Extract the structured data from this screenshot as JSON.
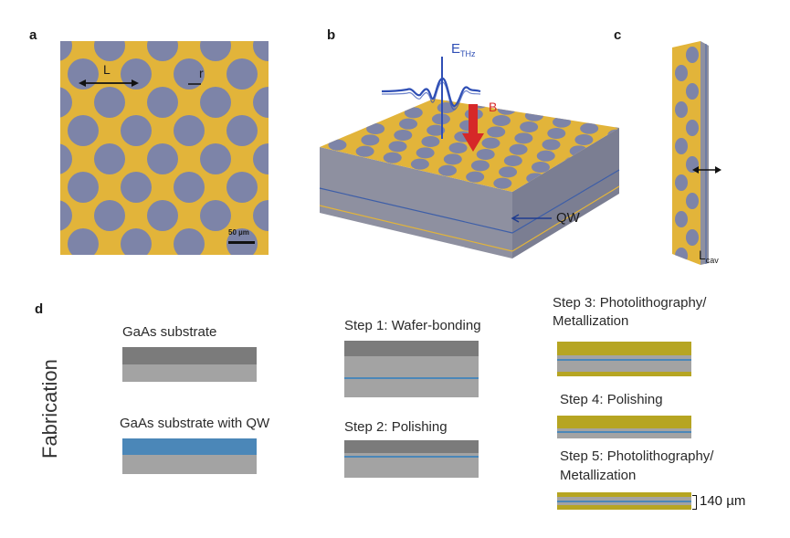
{
  "panels": {
    "a": {
      "label": "a",
      "dim_L": "L",
      "dim_r": "r",
      "scale_bar": "50 µm"
    },
    "b": {
      "label": "b",
      "field_E": "E",
      "field_E_sub": "THz",
      "field_B": "B",
      "qw": "QW"
    },
    "c": {
      "label": "c",
      "lcav": "L",
      "lcav_sub": "cav"
    },
    "d": {
      "label": "d",
      "side_title": "Fabrication",
      "substrate": "GaAs substrate",
      "substrate_qw": "GaAs substrate with QW",
      "step1": "Step 1: Wafer-bonding",
      "step2": "Step 2: Polishing",
      "step3_line1": "Step 3: Photolithography/",
      "step3_line2": "Metallization",
      "step4": "Step 4: Polishing",
      "step5_line1": "Step 5: Photolithography/",
      "step5_line2": "Metallization",
      "thickness": "140 µm"
    }
  },
  "colors": {
    "gold": "#e2b43a",
    "disk": "#7d84a8",
    "gaas_dark": "#7b7b7b",
    "gaas_light": "#a3a3a3",
    "qw_blue": "#4b87b8",
    "metal": "#b6a522",
    "thz_blue": "#2f4fb5",
    "b_red": "#d62828"
  }
}
